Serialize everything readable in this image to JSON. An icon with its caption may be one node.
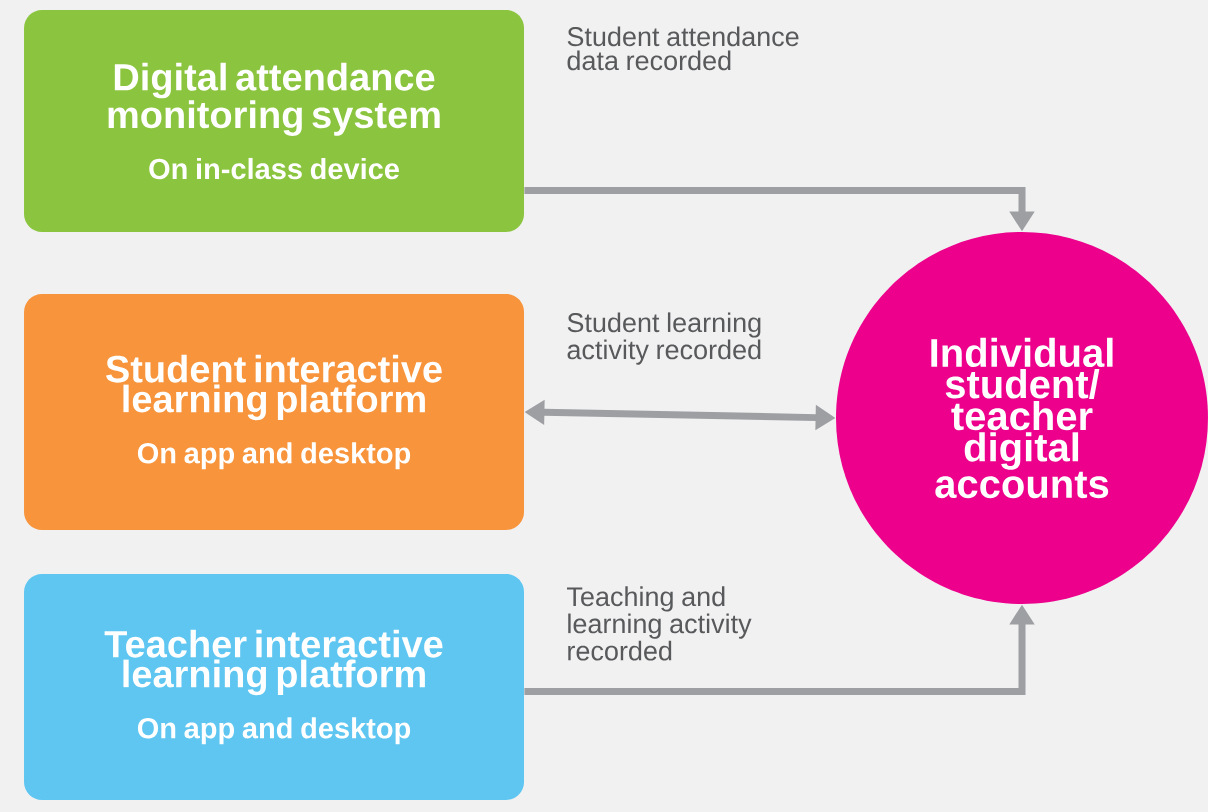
{
  "diagram": {
    "nodes": [
      {
        "text": [
          "Digital attendance monitoring system",
          "On in-class device"
        ]
      },
      {
        "text": [
          "Student interactive learning platform",
          "On app and desktop"
        ]
      },
      {
        "text": [
          "Teacher interactive learning platform",
          "On app and desktop"
        ]
      },
      {
        "text": [
          "Individual student/ teacher digital accounts"
        ]
      }
    ],
    "edges": [
      {
        "from": 0,
        "to": 3,
        "arrow": "to",
        "label": "Student attendance data recorded"
      },
      {
        "from": 1,
        "to": 3,
        "arrow": "both",
        "label": "Student learning activity recorded"
      },
      {
        "from": 2,
        "to": 3,
        "arrow": "to",
        "label": "Teaching and learning activity recorded"
      }
    ]
  }
}
